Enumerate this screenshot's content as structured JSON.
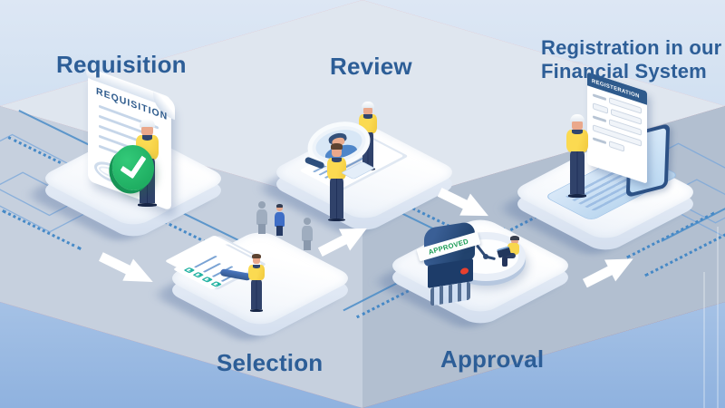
{
  "colors": {
    "label_blue": "#2d5e97",
    "background_top": "#dde7f4",
    "background_bottom": "#8fb2df",
    "check_green": "#22bd6d",
    "stamp_navy": "#21426d",
    "stamp_text_green": "#169a52",
    "podium_red": "#d75965",
    "hi_vis_yellow": "#f8d64e",
    "circuit_blue": "#4a8cc9"
  },
  "steps": [
    {
      "id": "requisition",
      "label": "Requisition",
      "document_title": "REQUISITION"
    },
    {
      "id": "selection",
      "label": "Selection"
    },
    {
      "id": "review",
      "label": "Review"
    },
    {
      "id": "approval",
      "label": "Approval",
      "stamp_text": "APPROVED"
    },
    {
      "id": "registration",
      "label": "Registration in our Financial System",
      "label_line1": "Registration in our",
      "label_line2": "Financial System",
      "form_title": "REGISTERATION"
    }
  ],
  "icons": {
    "check": "check-icon",
    "magnifier": "magnifier-icon",
    "clock": "clock-icon",
    "approved_stamp": "approved-stamp-icon",
    "laptop": "laptop-icon",
    "podium": "winner-podium-icon",
    "document": "document-icon",
    "flow_arrow": "flow-arrow-icon"
  }
}
